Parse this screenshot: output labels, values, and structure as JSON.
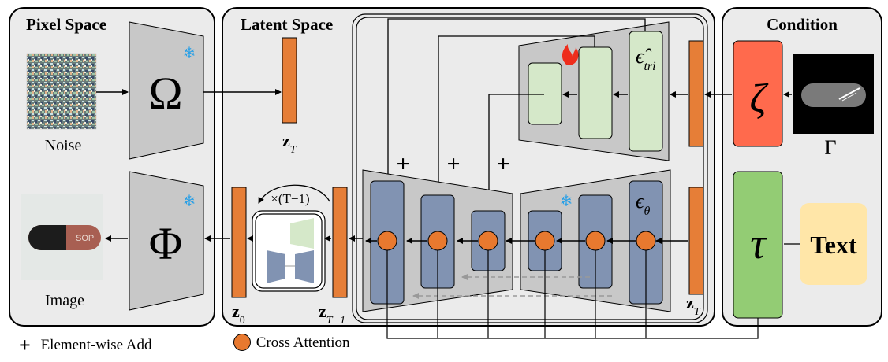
{
  "panels": {
    "pixel_space": "Pixel Space",
    "latent_space": "Latent Space",
    "condition": "Condition"
  },
  "pixel": {
    "noise_label": "Noise",
    "image_label": "Image",
    "encoder_symbol": "Ω",
    "decoder_symbol": "Φ"
  },
  "latent": {
    "z_T": "T",
    "z_0": "0",
    "z_T_minus_1": "T−1",
    "loop_label": "×(T−1)",
    "eps_theta_sub": "θ",
    "eps_tri_sub": "tri",
    "plus_signs": [
      "+",
      "+",
      "+"
    ]
  },
  "condition": {
    "zeta": "ζ",
    "tau": "τ",
    "gamma": "Γ",
    "text_box": "Text"
  },
  "legend": {
    "plus_symbol": "+",
    "element_wise_add": "Element-wise Add",
    "cross_attention": "Cross Attention"
  },
  "colors": {
    "panel_fill": "#ebebeb",
    "orange_bar": "#e67e37",
    "zeta_fill": "#ff6a4d",
    "green_block": "#d5e8c9",
    "tau_fill": "#93cc74",
    "text_fill": "#ffe6a8",
    "blue_block": "#8193b2",
    "trap_fill": "#c8c8c8",
    "attention_circle": "#e8792f"
  }
}
